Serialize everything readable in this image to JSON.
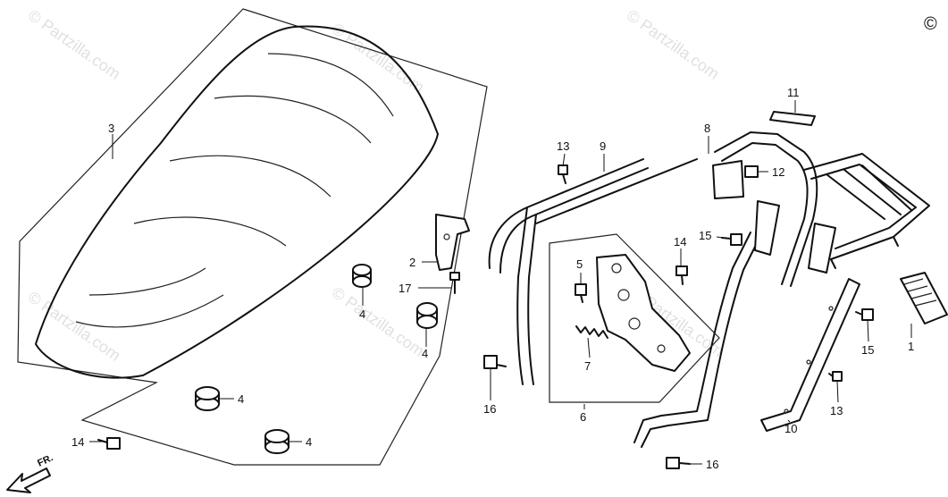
{
  "watermark": "© Partzilla.com",
  "copyright_mark": "©",
  "front_label": "FR.",
  "callouts": {
    "c1": "1",
    "c2": "2",
    "c3": "3",
    "c4a": "4",
    "c4b": "4",
    "c4c": "4",
    "c4d": "4",
    "c5": "5",
    "c6": "6",
    "c7": "7",
    "c8": "8",
    "c9": "9",
    "c10": "10",
    "c11": "11",
    "c12": "12",
    "c13a": "13",
    "c13b": "13",
    "c14a": "14",
    "c14b": "14",
    "c15a": "15",
    "c15b": "15",
    "c16a": "16",
    "c16b": "16",
    "c17": "17"
  }
}
